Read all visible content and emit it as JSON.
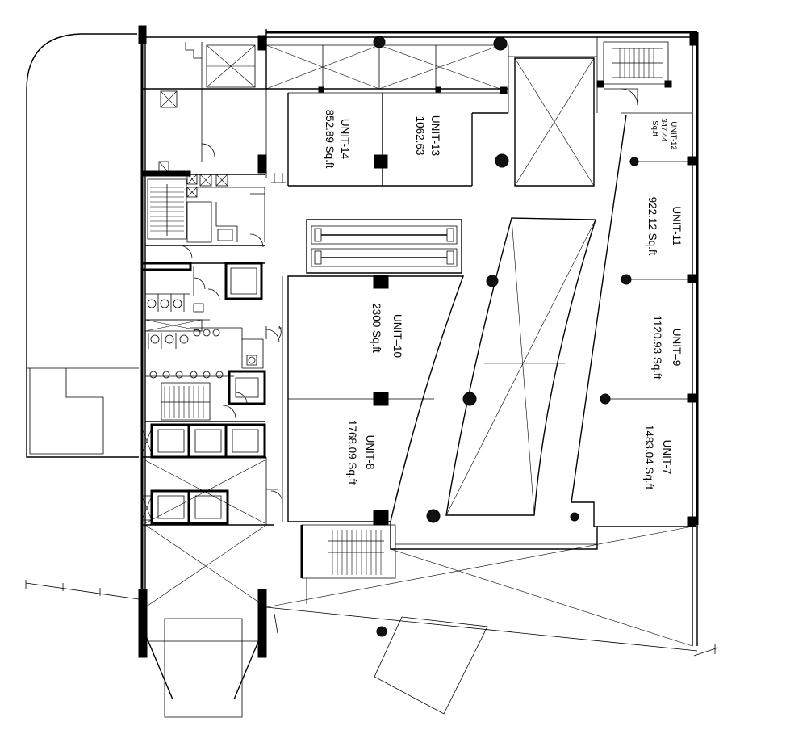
{
  "units": [
    {
      "id": "unit-14",
      "name": "UNIT-14",
      "area": "852.89 Sq.ft"
    },
    {
      "id": "unit-13",
      "name": "UNIT-13",
      "area": "1062.63"
    },
    {
      "id": "unit-12",
      "name": "UNIT-12",
      "area_value": "347.44",
      "area_unit": "Sq.ft"
    },
    {
      "id": "unit-11",
      "name": "UNIT-11",
      "area": "922.12 Sq.ft"
    },
    {
      "id": "unit-10",
      "name": "UNIT–10",
      "area": "2300 Sq.ft"
    },
    {
      "id": "unit-9",
      "name": "UNIT–9",
      "area": "1120.93  Sq.ft"
    },
    {
      "id": "unit-8",
      "name": "UNIT-8",
      "area": "1768.09 Sq.ft"
    },
    {
      "id": "unit-7",
      "name": "UNIT-7",
      "area": "1483.04 Sq.ft"
    }
  ],
  "colors": {
    "line": "#000000",
    "background": "#ffffff"
  }
}
